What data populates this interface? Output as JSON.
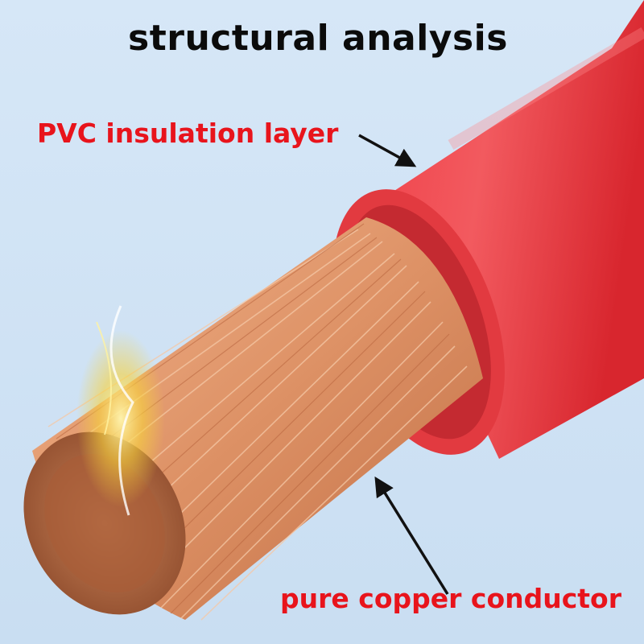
{
  "title": "structural analysis",
  "labels": {
    "insulation": "PVC insulation layer",
    "conductor": "pure copper conductor"
  },
  "colors": {
    "background": "#cfe2f4",
    "title_text": "#0b0b0b",
    "label_text": "#e8141c",
    "insulation": "#e8323a",
    "copper": "#d98a5f",
    "arrow": "#111111"
  }
}
